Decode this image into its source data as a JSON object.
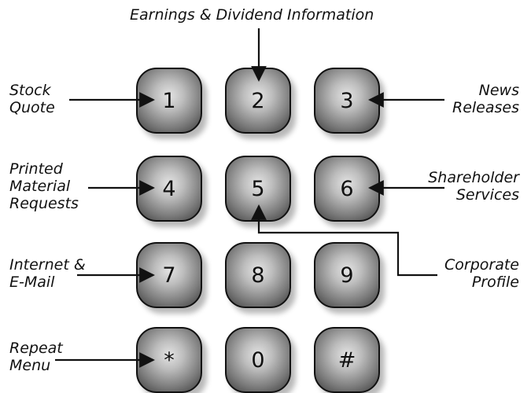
{
  "labels": {
    "earnings": "Earnings & Dividend Information",
    "stock_quote": [
      "Stock",
      "Quote"
    ],
    "news_releases": [
      "News",
      "Releases"
    ],
    "printed_material": [
      "Printed",
      "Material",
      "Requests"
    ],
    "shareholder_services": [
      "Shareholder",
      "Services"
    ],
    "internet_email": [
      "Internet &",
      "E-Mail"
    ],
    "corporate_profile": [
      "Corporate",
      "Profile"
    ],
    "repeat_menu": [
      "Repeat",
      "Menu"
    ]
  },
  "keys": [
    "1",
    "2",
    "3",
    "4",
    "5",
    "6",
    "7",
    "8",
    "9",
    "*",
    "0",
    "#"
  ]
}
